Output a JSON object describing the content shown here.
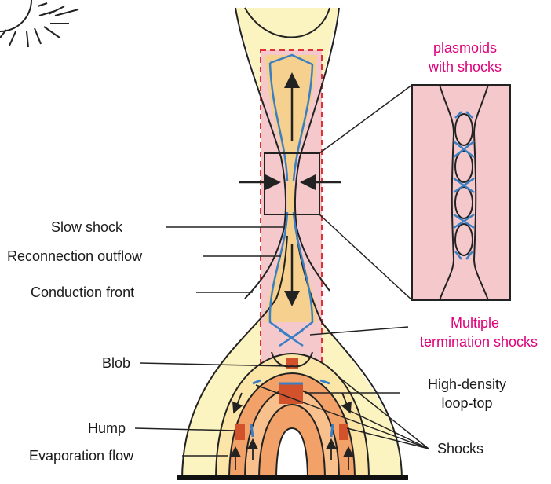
{
  "labels": {
    "slow_shock": "Slow shock",
    "reconnection_outflow": "Reconnection outflow",
    "conduction_front": "Conduction front",
    "blob": "Blob",
    "hump": "Hump",
    "evaporation_flow": "Evaporation flow",
    "plasmoids_line1": "plasmoids",
    "plasmoids_line2": "with shocks",
    "multiple_line1": "Multiple",
    "multiple_line2": "termination shocks",
    "high_density_line1": "High-density",
    "high_density_line2": "loop-top",
    "shocks": "Shocks"
  },
  "colors": {
    "outer_yellow": "#fbf3c0",
    "outflow_orange": "#f6d08f",
    "current_sheet_pink": "#f5c9cb",
    "loop_orange": "#f2a268",
    "loop_inner": "#f7c08c",
    "loop_top_red": "#d2522c",
    "shock_blue": "#3a7fc4",
    "dashed_red": "#e0303a",
    "pink_text": "#e0007a",
    "line_dark": "#2a2a2a"
  },
  "icons": {
    "sun": "sun-icon"
  }
}
